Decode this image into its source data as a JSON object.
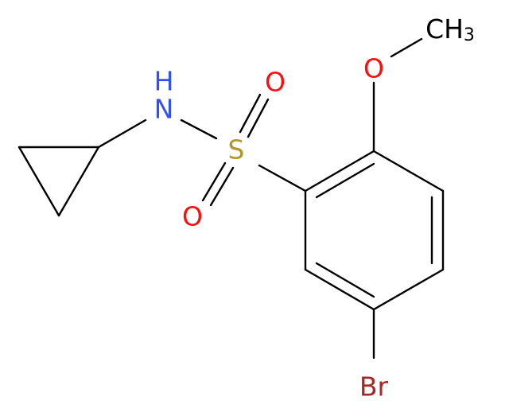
{
  "molecule": {
    "atoms": {
      "nitrogen": {
        "text": "N",
        "color": "#3050F8"
      },
      "hydrogen": {
        "text": "H",
        "color": "#3050F8"
      },
      "sulfur": {
        "text": "S",
        "color": "#B2982B"
      },
      "oxygen_top": {
        "text": "O",
        "color": "#FF0D0D"
      },
      "oxygen_bottom": {
        "text": "O",
        "color": "#FF0D0D"
      },
      "oxygen_methoxy": {
        "text": "O",
        "color": "#FF0D0D"
      },
      "methyl_c": {
        "text": "CH",
        "color": "#000000"
      },
      "methyl_subscript": {
        "text": "3",
        "color": "#000000"
      },
      "bromine": {
        "text": "Br",
        "color": "#A62929"
      }
    },
    "bond_color": "#000000"
  }
}
